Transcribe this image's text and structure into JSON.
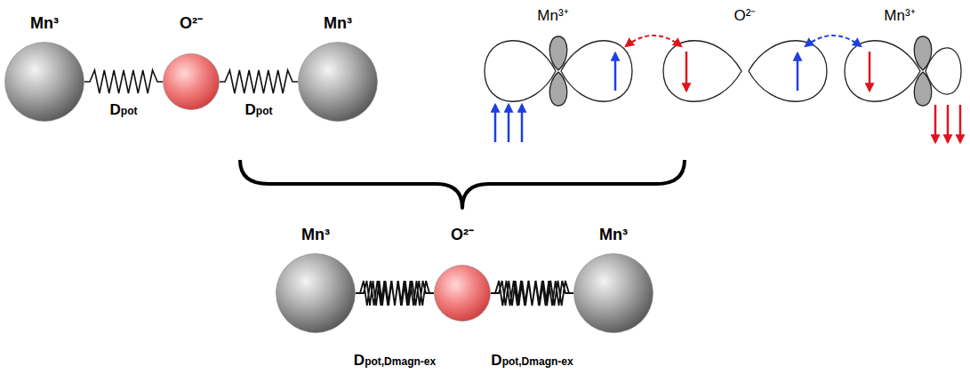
{
  "diagram": {
    "nodes": [
      {
        "text": [
          "Mn³"
        ]
      },
      {
        "text": [
          "O²⁻"
        ]
      },
      {
        "text": [
          "Mn³"
        ]
      },
      {
        "text": [
          "Mn³"
        ]
      },
      {
        "text": [
          "O²⁻"
        ]
      },
      {
        "text": [
          "Mn³"
        ]
      }
    ],
    "edges": [
      {
        "from": 0,
        "to": 1,
        "arrow": "none",
        "label": "Dpot"
      },
      {
        "from": 1,
        "to": 2,
        "arrow": "none",
        "label": "Dpot"
      },
      {
        "from": 3,
        "to": 4,
        "arrow": "none",
        "label": "Dpot,Dmagn-ex"
      },
      {
        "from": 4,
        "to": 5,
        "arrow": "none",
        "label": "Dpot,Dmagn-ex"
      }
    ],
    "labels": [
      "Mn³⁺",
      "O²⁻",
      "Mn³⁺"
    ]
  }
}
